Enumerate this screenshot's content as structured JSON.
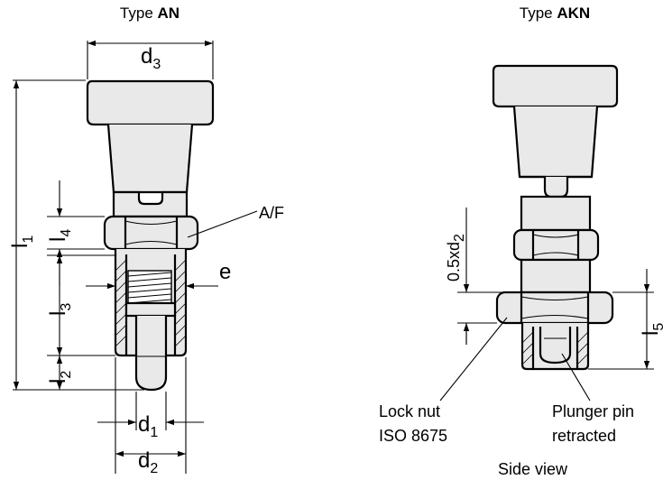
{
  "type_an": {
    "prefix": "Type ",
    "bold": "AN"
  },
  "type_akn": {
    "prefix": "Type ",
    "bold": "AKN"
  },
  "dims": {
    "d3": {
      "main": "d",
      "sub": "3"
    },
    "d1": {
      "main": "d",
      "sub": "1"
    },
    "d2": {
      "main": "d",
      "sub": "2"
    },
    "l1": {
      "main": "l",
      "sub": "1"
    },
    "l2": {
      "main": "l",
      "sub": "2"
    },
    "l3": {
      "main": "l",
      "sub": "3"
    },
    "l4": {
      "main": "l",
      "sub": "4"
    },
    "l5": {
      "main": "l",
      "sub": "5"
    },
    "e": "e",
    "af": "A/F",
    "half_d2": {
      "main": "0.5xd",
      "sub": "2"
    }
  },
  "labels": {
    "lock_nut_line1": "Lock nut",
    "lock_nut_line2": "ISO 8675",
    "plunger_line1": "Plunger pin",
    "plunger_line2": "retracted",
    "side_view": "Side view"
  }
}
